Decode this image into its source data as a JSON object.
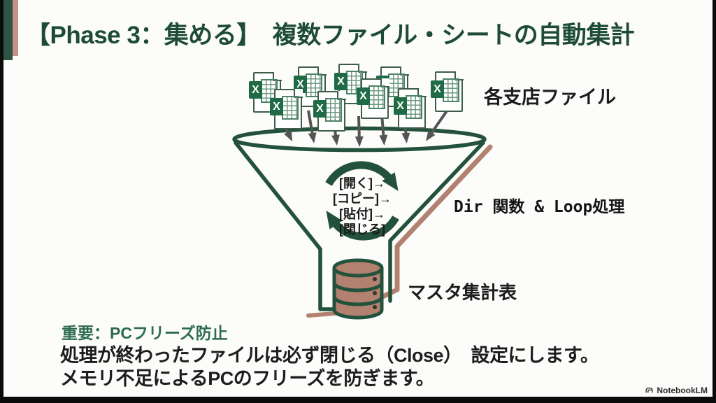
{
  "header": {
    "title": "【Phase 3：集める】　複数ファイル・シートの自動集計",
    "title_color": "#1d4b36",
    "accent_bar_color": "#2e5443",
    "accent_bar_secondary_color": "#c59288"
  },
  "diagram": {
    "files_label": "各支店ファイル",
    "excel_icon_letter": "X",
    "excel_file_count": 9,
    "process_label": "Dir 関数 & Loop処理",
    "loop_steps": [
      "[開く]→",
      "[コピー]→",
      "[貼付]→",
      "[閉じる]"
    ],
    "output_label": "マスタ集計表",
    "funnel_color": "#23523c",
    "shadow_color": "#b2816f",
    "cylinder_fill": "#b2816f",
    "arrow_color": "#545454",
    "excel_green": "#1e6b45"
  },
  "note": {
    "heading": "重要：PCフリーズ防止",
    "heading_color": "#2d6b4e",
    "line1": "処理が終わったファイルは必ず閉じる（Close）　設定にします。",
    "line2": "メモリ不足によるPCのフリーズを防ぎます。"
  },
  "watermark": {
    "label": "NotebookLM"
  }
}
